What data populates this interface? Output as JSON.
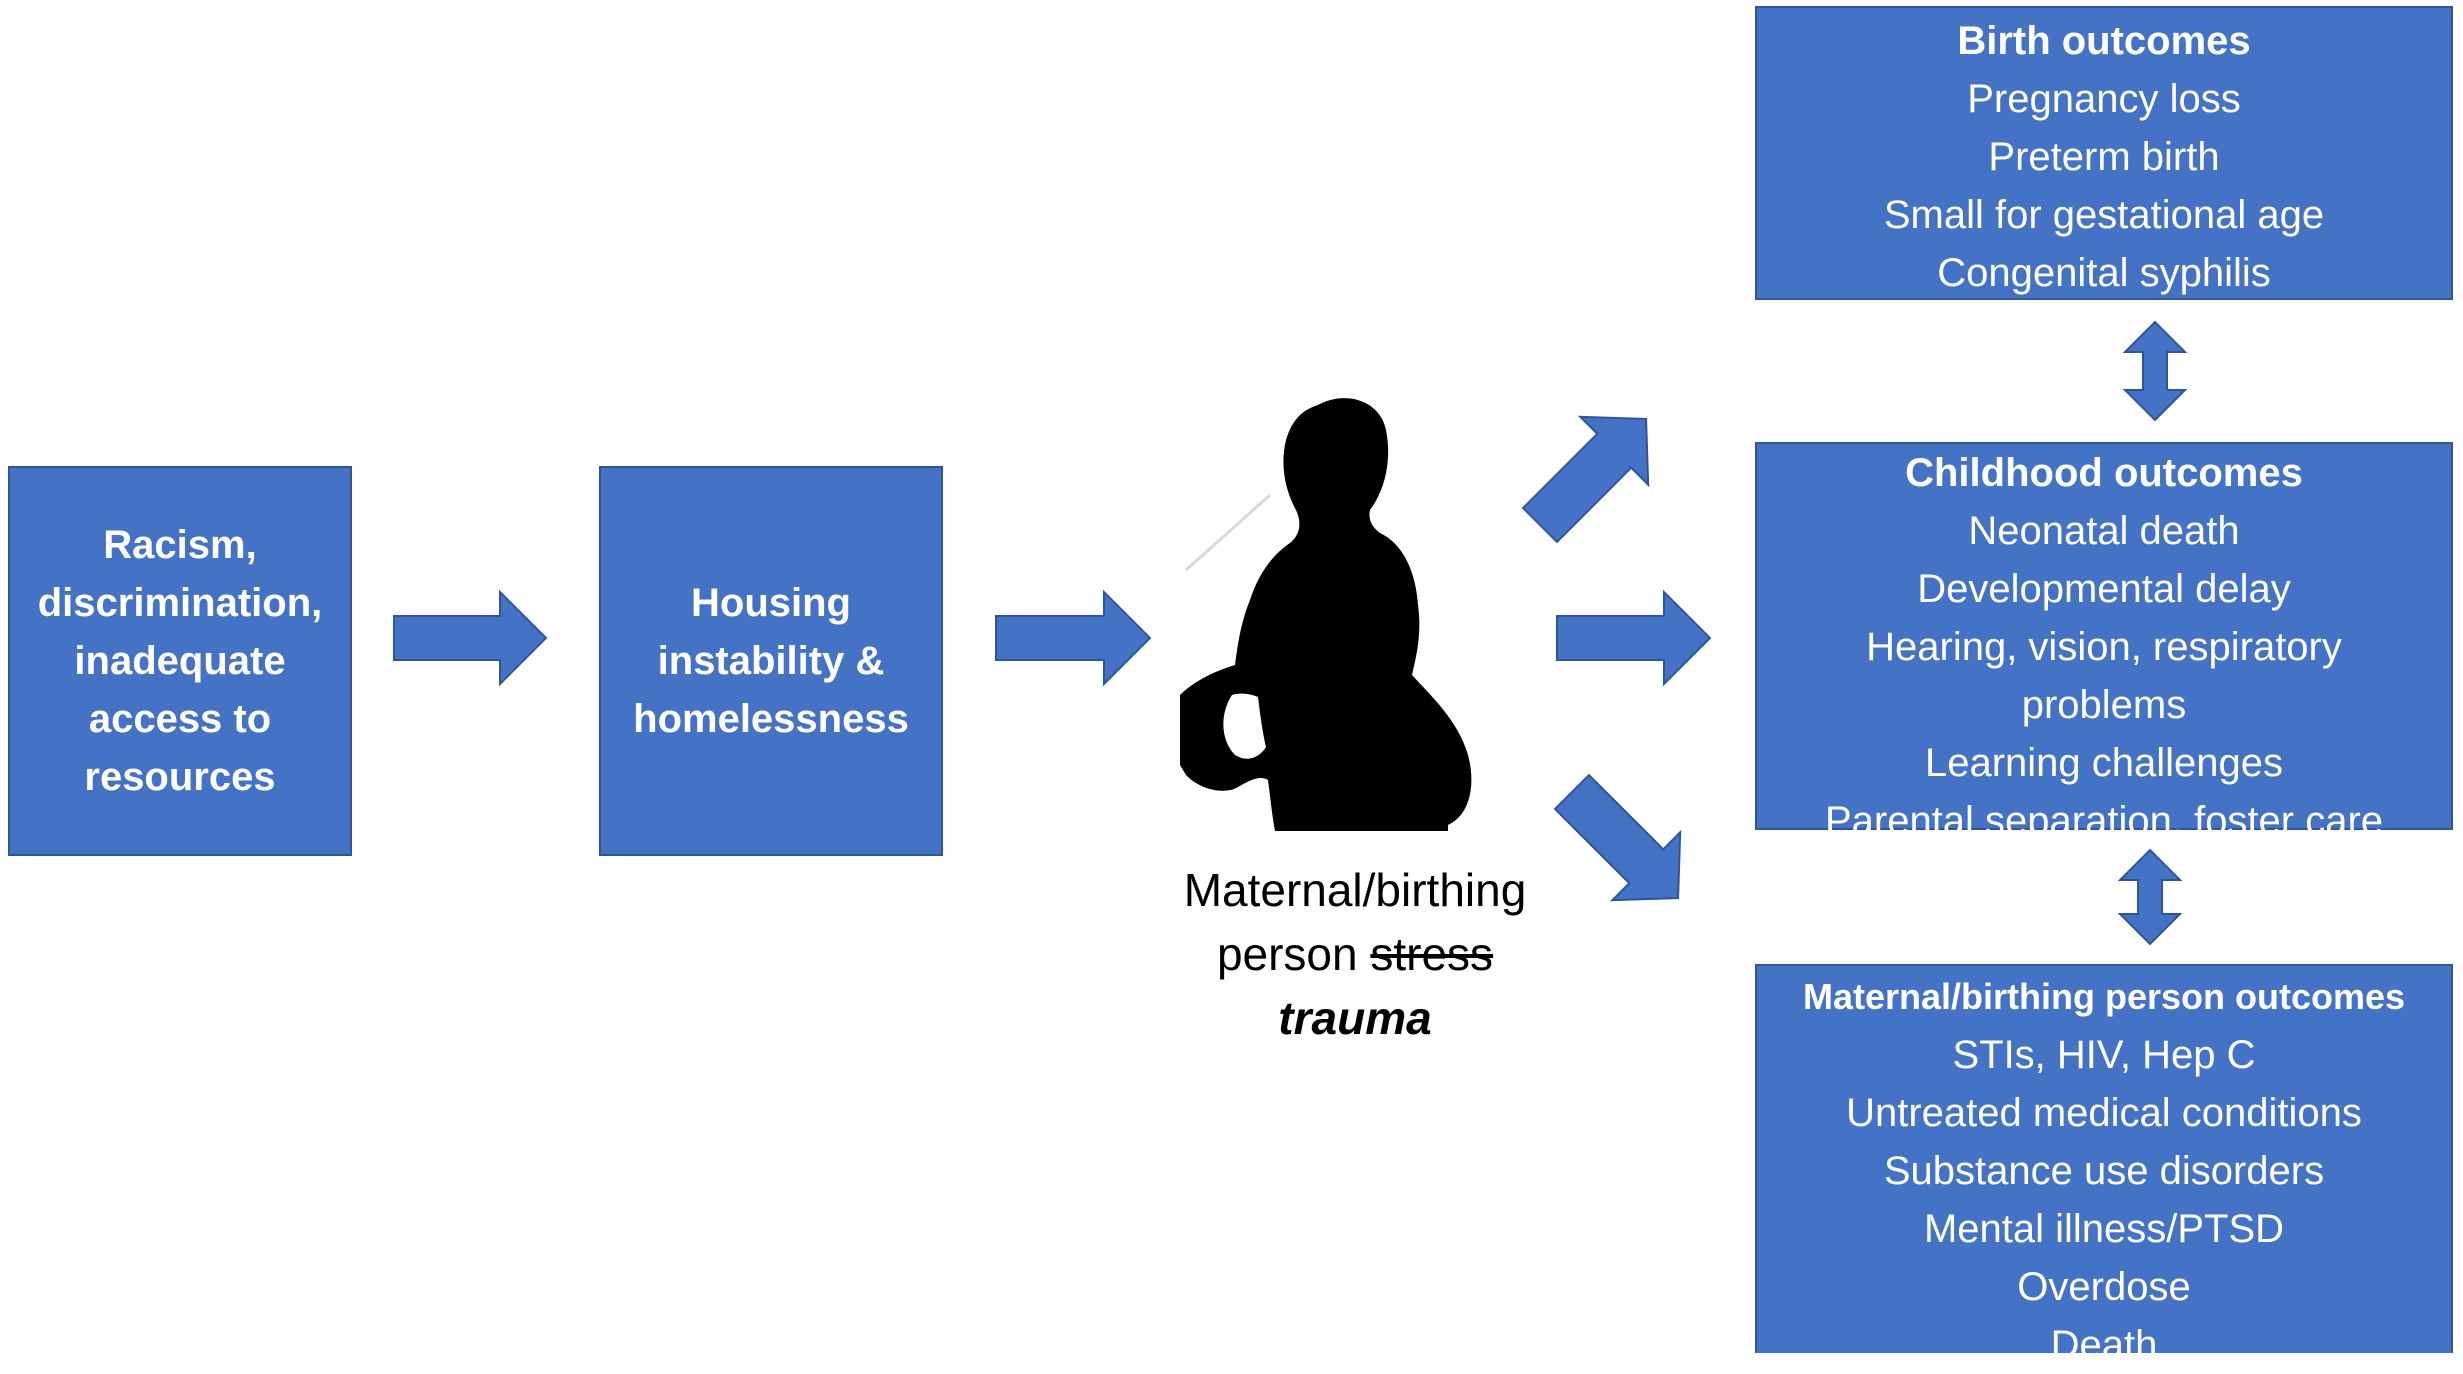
{
  "left_boxes": [
    {
      "label": "Racism, discrimination, inadequate access to resources"
    },
    {
      "label": "Housing instability & homelessness"
    }
  ],
  "center": {
    "caption_line1": "Maternal/birthing",
    "caption_line2_prefix": "person",
    "caption_strikethrough": "stress",
    "caption_emphasis": "trauma"
  },
  "outcomes": {
    "birth": {
      "heading": "Birth outcomes",
      "items": [
        "Pregnancy loss",
        "Preterm birth",
        "Small for gestational age",
        "Congenital syphilis"
      ]
    },
    "childhood": {
      "heading": "Childhood outcomes",
      "items": [
        "Neonatal death",
        "Developmental delay",
        "Hearing, vision, respiratory problems",
        "Learning challenges",
        "Parental separation, foster care"
      ]
    },
    "maternal": {
      "heading": "Maternal/birthing person outcomes",
      "items": [
        "STIs, HIV, Hep C",
        "Untreated medical conditions",
        "Substance use disorders",
        "Mental illness/PTSD",
        "Overdose",
        "Death"
      ]
    }
  },
  "colors": {
    "box_fill": "#4472c4",
    "box_border": "#2f5597",
    "text_on_box": "#ffffff",
    "silhouette": "#000000"
  },
  "icons": {
    "center_figure": "pregnant-person-silhouette-icon"
  }
}
